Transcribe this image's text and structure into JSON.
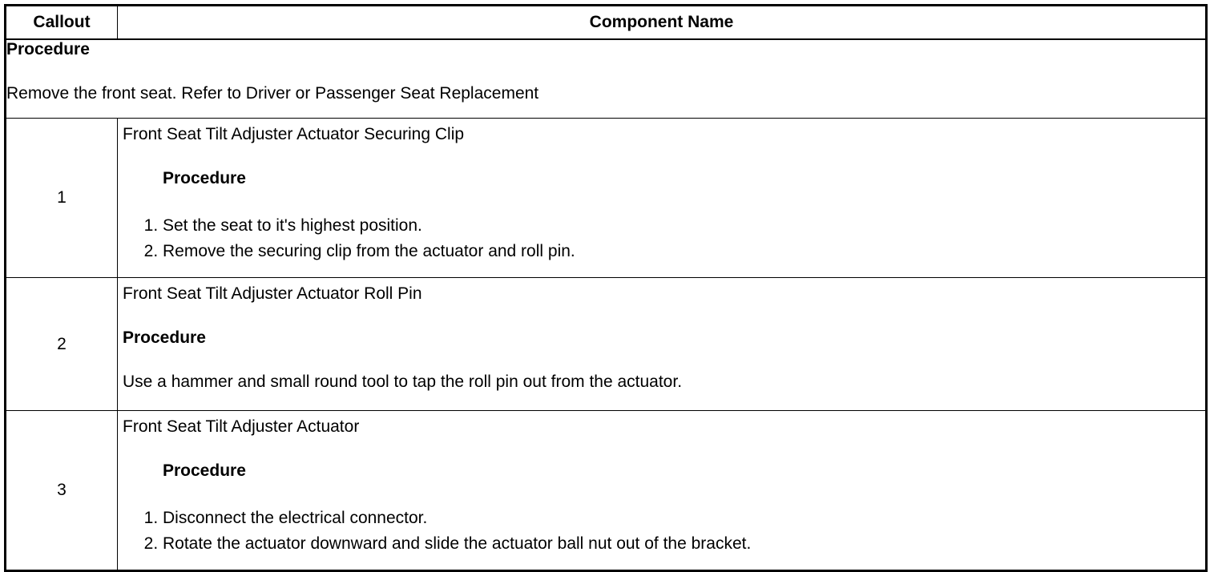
{
  "table": {
    "headers": {
      "callout": "Callout",
      "component": "Component Name"
    },
    "preliminary": {
      "heading": "Procedure",
      "text": "Remove the front seat. Refer to Driver or Passenger Seat Replacement"
    },
    "rows": [
      {
        "callout": "1",
        "name": "Front Seat Tilt Adjuster Actuator Securing Clip",
        "procedure_heading": "Procedure",
        "steps": [
          "Set the seat to it's highest position.",
          "Remove the securing clip from the actuator and roll pin."
        ]
      },
      {
        "callout": "2",
        "name": "Front Seat Tilt Adjuster Actuator Roll Pin",
        "procedure_heading": "Procedure",
        "text": "Use a hammer and small round tool to tap the roll pin out from the actuator."
      },
      {
        "callout": "3",
        "name": "Front Seat Tilt Adjuster Actuator",
        "procedure_heading": "Procedure",
        "steps": [
          "Disconnect the electrical connector.",
          "Rotate the actuator downward and slide the actuator ball nut out of the bracket."
        ]
      }
    ]
  }
}
